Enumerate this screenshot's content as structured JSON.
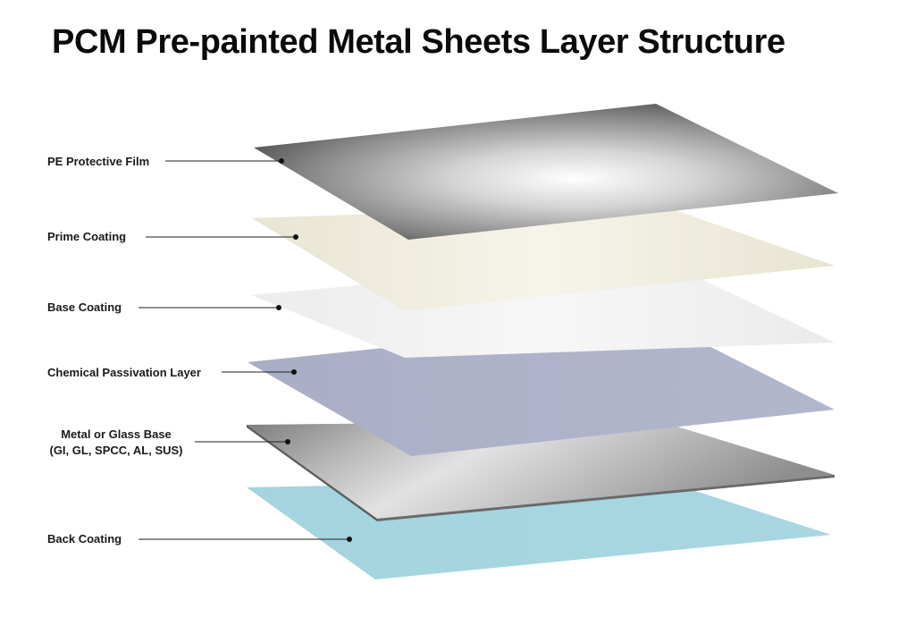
{
  "title": "PCM Pre-painted Metal Sheets Layer Structure",
  "layers": [
    {
      "name": "PE Protective Film",
      "color": "#9a9a9a"
    },
    {
      "name": "Prime Coating",
      "color": "#ece8d8"
    },
    {
      "name": "Base Coating",
      "color": "#eeeeee"
    },
    {
      "name": "Chemical Passivation Layer",
      "color": "#adb2c9"
    },
    {
      "name": "Metal or Glass Base",
      "name_line2": "(GI, GL, SPCC, AL, SUS)",
      "color": "#b8b8b8"
    },
    {
      "name": "Back Coating",
      "color": "#a6d6e0"
    }
  ]
}
